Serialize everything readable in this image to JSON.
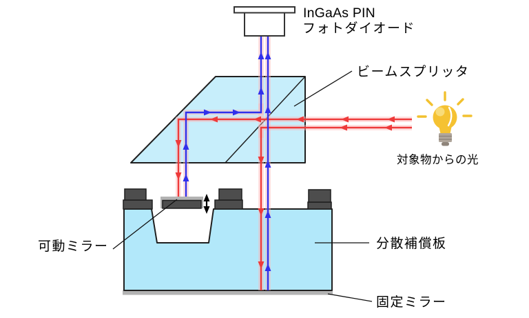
{
  "diagram": {
    "type": "michelson-interferometer-schematic",
    "labels": {
      "photodiode_line1": "InGaAs PIN",
      "photodiode_line2": "フォトダイオード",
      "beam_splitter": "ビームスプリッタ",
      "light_from_object": "対象物からの光",
      "movable_mirror": "可動ミラー",
      "dispersion_compensation_plate": "分散補償板",
      "fixed_mirror": "固定ミラー"
    },
    "icons": {
      "light_source": "lightbulb-icon",
      "mirror_motion": "up-down-arrow-icon"
    },
    "colors": {
      "incoming-beam-red": "#EE3A3A",
      "return-beam-blue": "#3030EC",
      "beam-halo-pink": "#FFB4B4",
      "beam-splitter-fill": "#C7EEFB",
      "substrate-fill": "#B2E8FA",
      "structure-dark": "#4D4D4D",
      "structure-outline": "#1F1F1F",
      "mirror-gray": "#B3B3B3",
      "bulb-yellow": "#F5C232",
      "bulb-ray-yellow": "#F2C12F",
      "bulb-highlight": "#F8DC7A",
      "bulb-base-gray": "#B0A69C",
      "bulb-base-dark": "#8F857B"
    }
  }
}
